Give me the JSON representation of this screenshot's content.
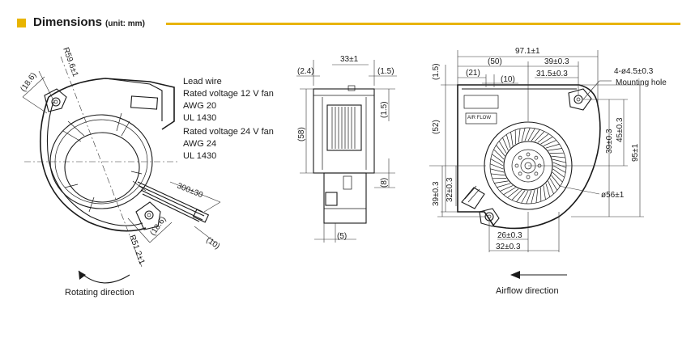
{
  "header": {
    "title": "Dimensions",
    "unit": "(unit: mm)",
    "accent_color": "#e8b400"
  },
  "left_view": {
    "dim_radius_outer": "R59.6±1",
    "dim_radius_inner": "R51.2±1",
    "dim_tab_top": "(18.6)",
    "dim_tab_bottom": "(18.6)",
    "dim_lead_length": "300±30",
    "dim_lead_tip": "(10)",
    "lead_wire_lines": [
      "Lead wire",
      "Rated voltage 12 V fan",
      "AWG 20",
      "UL 1430",
      "Rated voltage 24 V fan",
      "AWG 24",
      "UL 1430"
    ],
    "caption": "Rotating direction"
  },
  "side_view": {
    "dim_width": "33±1",
    "dim_left_offset": "(2.4)",
    "dim_right_offset": "(1.5)",
    "dim_right_offset_vertical": "(1.5)",
    "dim_height": "(58)",
    "dim_bottom_gap": "(8)",
    "dim_connector": "(5)"
  },
  "front_view": {
    "dim_total_width": "97.1±1",
    "dim_50": "(50)",
    "dim_39": "39±0.3",
    "dim_21": "(21)",
    "dim_10": "(10)",
    "dim_31_5": "31.5±0.3",
    "dim_top_1_5": "(1.5)",
    "dim_52": "(52)",
    "dim_39_vertical_left": "39±0.3",
    "dim_32_vertical": "32±0.3",
    "dim_39_vertical_right": "39±0.3",
    "dim_45_vertical": "45±0.3",
    "dim_95": "95±1",
    "dim_mounting_hole": "4-ø4.5±0.3",
    "mounting_hole_label": "Mounting hole",
    "dim_diameter": "ø56±1",
    "dim_26": "26±0.3",
    "dim_32": "32±0.3",
    "airflow_label": "AIR FLOW",
    "caption": "Airflow direction"
  }
}
